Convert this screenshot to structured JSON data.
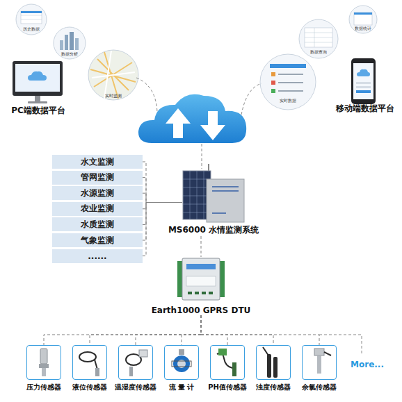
{
  "diagram": {
    "nodes": [
      {
        "text": [
          "PC端数据平台"
        ]
      },
      {
        "text": [
          "移动端数据平台"
        ]
      },
      {
        "text": [
          "水文监测"
        ]
      },
      {
        "text": [
          "管网监测"
        ]
      },
      {
        "text": [
          "水源监测"
        ]
      },
      {
        "text": [
          "农业监测"
        ]
      },
      {
        "text": [
          "水质监测"
        ]
      },
      {
        "text": [
          "气象监测"
        ]
      },
      {
        "text": [
          "......"
        ]
      },
      {
        "text": [
          "MS6000 水情监测系统"
        ]
      },
      {
        "text": [
          "Earth1000 GPRS DTU"
        ]
      },
      {
        "text": [
          "压力传感器"
        ]
      },
      {
        "text": [
          "液位传感器"
        ]
      },
      {
        "text": [
          "温湿度传感器"
        ]
      },
      {
        "text": [
          "流 量 计"
        ]
      },
      {
        "text": [
          "PH值传感器"
        ]
      },
      {
        "text": [
          "浊度传感器"
        ]
      },
      {
        "text": [
          "余氯传感器"
        ]
      }
    ],
    "edges": [
      {
        "from": 2,
        "to": 9,
        "arrow": "none"
      },
      {
        "from": 3,
        "to": 9,
        "arrow": "none"
      },
      {
        "from": 4,
        "to": 9,
        "arrow": "none"
      },
      {
        "from": 5,
        "to": 9,
        "arrow": "none"
      },
      {
        "from": 6,
        "to": 9,
        "arrow": "none"
      },
      {
        "from": 7,
        "to": 9,
        "arrow": "none"
      },
      {
        "from": 8,
        "to": 9,
        "arrow": "none"
      },
      {
        "from": 9,
        "to": 10,
        "arrow": "none"
      },
      {
        "from": 10,
        "to": 11,
        "arrow": "none"
      },
      {
        "from": 10,
        "to": 12,
        "arrow": "none"
      },
      {
        "from": 10,
        "to": 13,
        "arrow": "none"
      },
      {
        "from": 10,
        "to": 14,
        "arrow": "none"
      },
      {
        "from": 10,
        "to": 15,
        "arrow": "none"
      },
      {
        "from": 10,
        "to": 16,
        "arrow": "none"
      },
      {
        "from": 10,
        "to": 17,
        "arrow": "none"
      }
    ],
    "labels": [
      "历史数据",
      "数据分析",
      "实时监测",
      "数据统计",
      "数据查询",
      "实时数据",
      "More..."
    ]
  }
}
